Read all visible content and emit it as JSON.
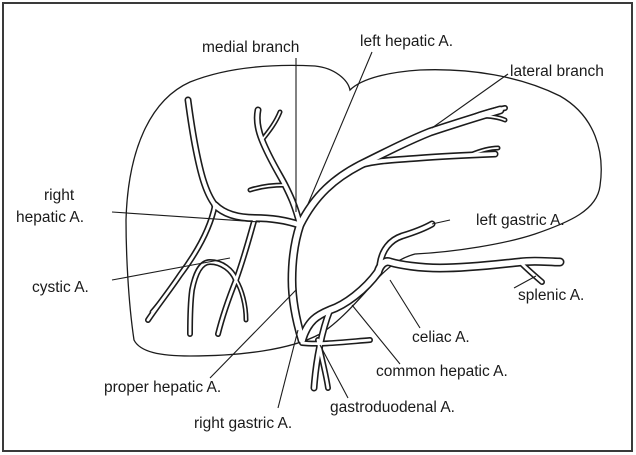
{
  "labels": {
    "medial_branch": "medial branch",
    "left_hepatic": "left hepatic A.",
    "lateral_branch": "lateral branch",
    "right_hepatic_line1": "right",
    "right_hepatic_line2": "hepatic A.",
    "left_gastric": "left gastric A.",
    "cystic": "cystic A.",
    "splenic": "splenic A.",
    "celiac": "celiac A.",
    "common_hepatic": "common hepatic A.",
    "proper_hepatic": "proper hepatic A.",
    "gastroduodenal": "gastroduodenal A.",
    "right_gastric": "right gastric A."
  },
  "colors": {
    "background": "#ffffff",
    "ink": "#1c1c1c",
    "frame": "#3a3a3a"
  }
}
